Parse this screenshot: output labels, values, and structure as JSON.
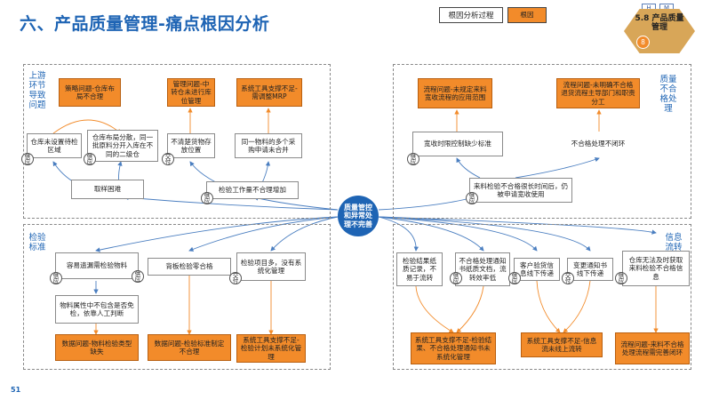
{
  "title": "六、产品质量管理-痛点根因分析",
  "legend": {
    "process": "根因分析过程",
    "root": "根因"
  },
  "header_badges": [
    "H",
    "M"
  ],
  "section_tag": {
    "title": "5.8 产品质量管理",
    "number": "8"
  },
  "center": "质量管控和异常处理不完善",
  "sections": {
    "upstream": "上游环节导致问题",
    "quality": "质量不合格处理",
    "inspection": "检验标准",
    "info": "信息流转"
  },
  "tags": {
    "supply": "供应",
    "delivery": "交付"
  },
  "ul": {
    "root1": "策略问题-仓库布局不合理",
    "root2": "管理问题-中转仓未进行库位管理",
    "root3": "系统工具支撑不足-需调整MRP",
    "b1": "仓库未设置待检区域",
    "b2": "仓库布局分散，同一批原料分开入库在不同的二级仓",
    "b3": "不清楚货物存放位置",
    "b4": "同一物料的多个采购申请未合并",
    "b5": "取样困难",
    "b6": "检验工作量不合理增加"
  },
  "ur": {
    "root1": "流程问题-未规定来料宽收流程的应用范围",
    "root2": "流程问题-未明确不合格退货流程主导部门和职责分工",
    "b1": "宽收时限控制缺少标准",
    "b2": "不合格处理不闭环",
    "b3": "来料检验不合格很长时间后，仍被申请宽收使用"
  },
  "ll": {
    "b1": "容易遗漏需检验物料",
    "b2": "物料属性中不包含是否免检，依靠人工判断",
    "b3": "背板检验零合格",
    "b4": "检验项目多，没有系统化管理",
    "root1": "数据问题-物料检验类型缺失",
    "root2": "数据问题-检验标准制定不合理",
    "root3": "系统工具支撑不足-检验计划未系统化管理"
  },
  "lr": {
    "b1": "检验结果纸质记录，不易于流转",
    "b2": "不合格处理通知书纸质文档，流转效率低",
    "b3": "客户验货信息线下传递",
    "b4": "变更通知书线下传递",
    "b5": "仓库无法及时获取来料检验不合格信息",
    "root1": "系统工具支撑不足-检验结果、不合格处理通知书未系统化管理",
    "root2": "系统工具支撑不足-信息流未线上流转",
    "root3": "流程问题-来料不合格处理流程需完善闭环"
  },
  "page_number": "51",
  "colors": {
    "accent": "#1e64b4",
    "root_fill": "#f28b2a",
    "arrow": "#f28b2a"
  }
}
